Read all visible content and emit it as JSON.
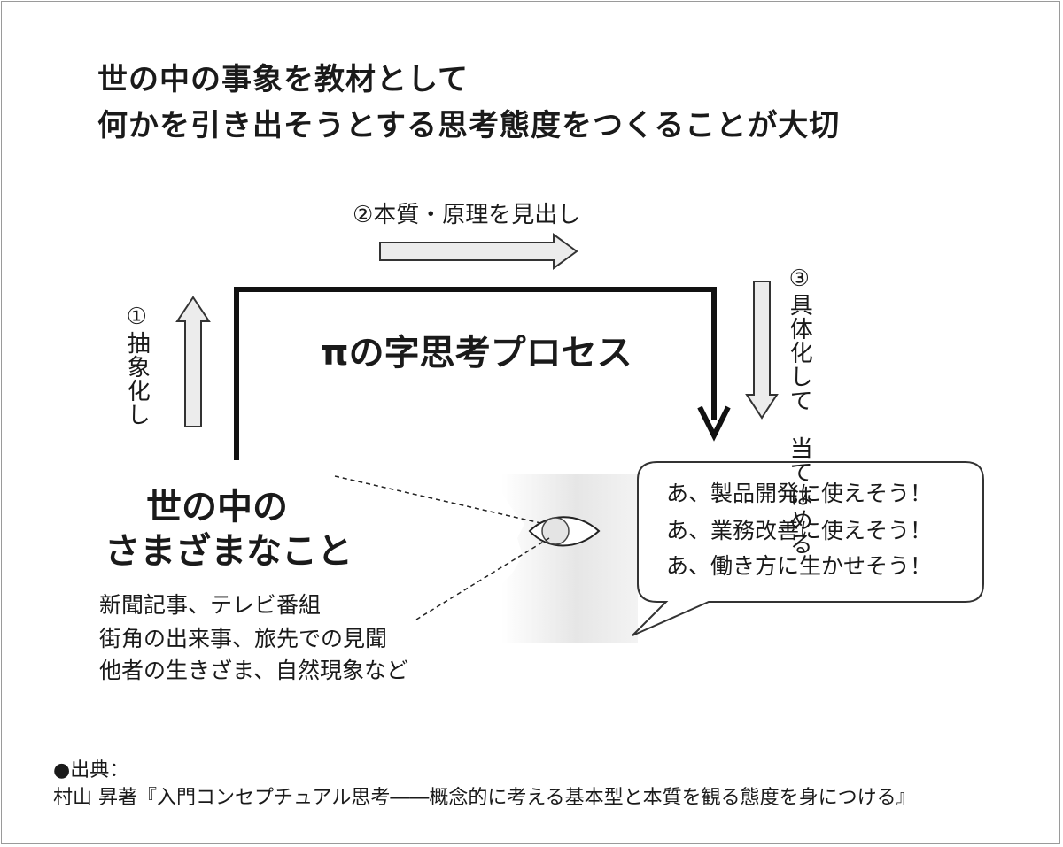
{
  "title": {
    "line1": "世の中の事象を教材として",
    "line2": "何かを引き出そうとする思考態度をつくることが大切"
  },
  "steps": {
    "abstract": "①抽象化し",
    "essence": "②本質・原理を見出し",
    "concrete_line1": "③具体化して",
    "concrete_line2": "当てはめる"
  },
  "process_label": "πの字思考プロセス",
  "world": {
    "heading_line1": "世の中の",
    "heading_line2": "さまざまなこと",
    "examples": [
      "新聞記事、テレビ番組",
      "街角の出来事、旅先での見聞",
      "他者の生きざま、自然現象など"
    ]
  },
  "speech_bubble": [
    "あ、製品開発に使えそう！",
    "あ、業務改善に使えそう！",
    "あ、働き方に生かせそう！"
  ],
  "source": {
    "label": "●出典：",
    "text": "村山 昇著『入門コンセプチュアル思考――概念的に考える基本型と本質を観る態度を身につける』"
  }
}
